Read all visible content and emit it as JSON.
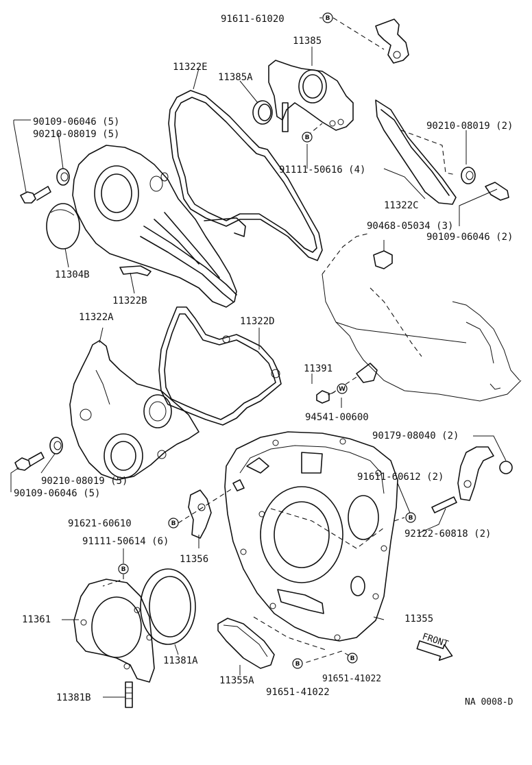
{
  "diagram_code": "NA 0008-D",
  "labels": {
    "p91611_61020": "91611-61020",
    "p11385": "11385",
    "p11322E": "11322E",
    "p11385A": "11385A",
    "p90109_06046_5_top": "90109-06046 (5)",
    "p90210_08019_5_top": "90210-08019 (5)",
    "p90210_08019_2": "90210-08019 (2)",
    "p91111_50616": "91111-50616 (4)",
    "p11322C": "11322C",
    "p90468_05034": "90468-05034 (3)",
    "p90109_06046_2": "90109-06046 (2)",
    "p11304B": "11304B",
    "p11322B": "11322B",
    "p11322A": "11322A",
    "p11322D": "11322D",
    "p11391": "11391",
    "p94541_00600": "94541-00600",
    "p90179_08040": "90179-08040 (2)",
    "p90210_08019_5_bot": "90210-08019 (5)",
    "p90109_06046_5_bot": "90109-06046 (5)",
    "p91611_60612": "91611-60612 (2)",
    "p91621_60610": "91621-60610",
    "p92122_60818": "92122-60818 (2)",
    "p91111_50614": "91111-50614 (6)",
    "p11356": "11356",
    "p11361": "11361",
    "p11355": "11355",
    "p11381A": "11381A",
    "p11381B": "11381B",
    "p11355A": "11355A",
    "p91651_41022_a": "91651-41022",
    "p91651_41022_b": "91651-41022",
    "front": "FRONT"
  },
  "markers": {
    "b": "B",
    "w": "W"
  }
}
